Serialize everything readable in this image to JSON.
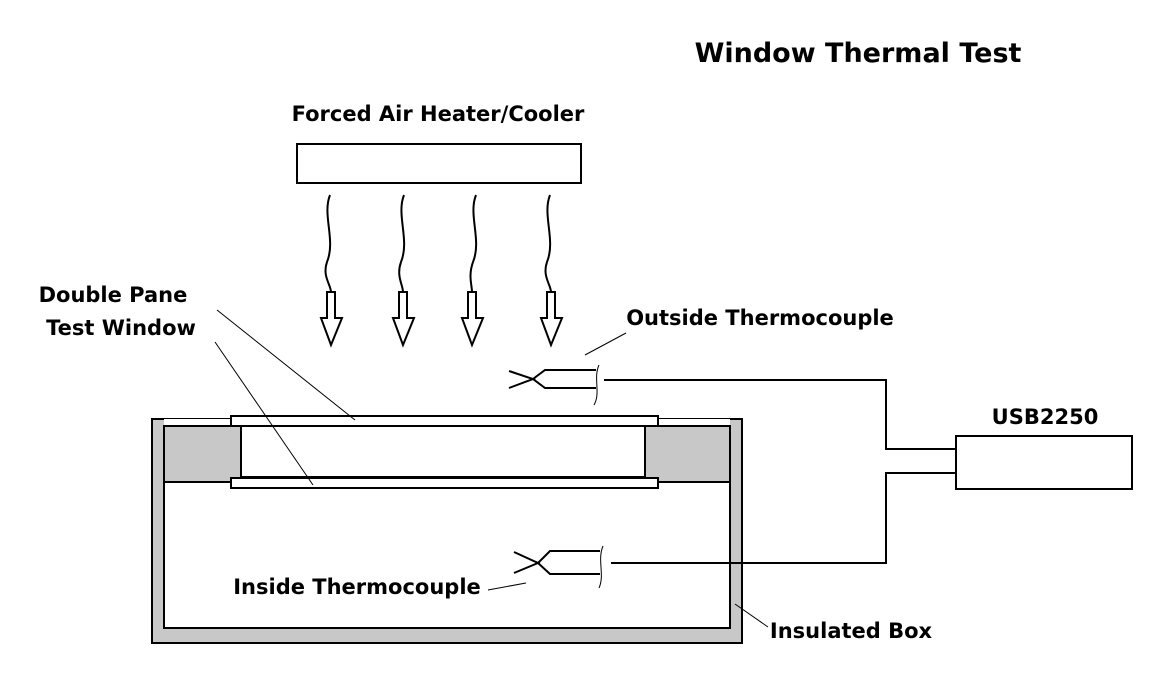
{
  "diagram": {
    "title": "Window Thermal Test",
    "heater_label": "Forced Air Heater/Cooler",
    "window_label_line1": "Double Pane",
    "window_label_line2": "Test Window",
    "outside_tc_label": "Outside Thermocouple",
    "inside_tc_label": "Inside Thermocouple",
    "device_label": "USB2250",
    "box_label": "Insulated Box",
    "colors": {
      "line": "#000000",
      "insulation": "#c8c8c8",
      "background": "#ffffff"
    }
  }
}
